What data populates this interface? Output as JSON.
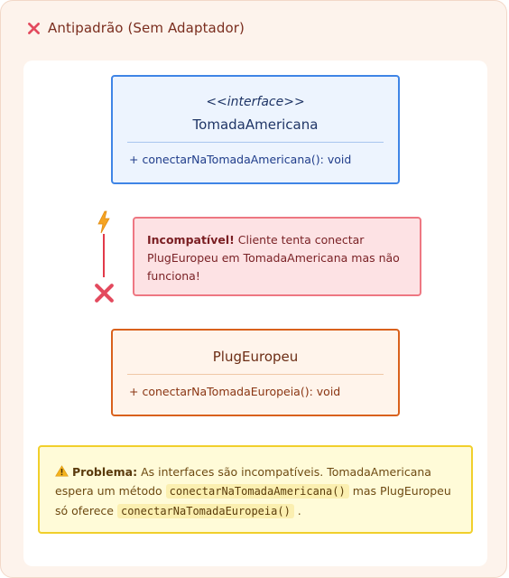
{
  "header": {
    "title": "Antipadrão (Sem Adaptador)",
    "icon": "cross-mark-icon"
  },
  "interface_box": {
    "stereotype": "<<interface>>",
    "name": "TomadaAmericana",
    "method": "+ conectarNaTomadaAmericana(): void"
  },
  "plug_box": {
    "name": "PlugEuropeu",
    "method": "+ conectarNaTomadaEuropeia(): void"
  },
  "error_note": {
    "strong": "Incompatível!",
    "text": " Cliente tenta conectar PlugEuropeu em TomadaAmericana mas não funciona!",
    "icons": [
      "lightning-icon",
      "cross-mark-icon"
    ]
  },
  "warning": {
    "label": "Problema:",
    "text_1": " As interfaces são incompatíveis. TomadaAmericana espera um método ",
    "code_1": "conectarNaTomadaAmericana()",
    "text_2": " mas PlugEuropeu só oferece ",
    "code_2": "conectarNaTomadaEuropeia()",
    "text_3": " ."
  },
  "colors": {
    "interface_border": "#3f85e6",
    "plug_border": "#d9611c",
    "error_border": "#ee7782",
    "warning_border": "#f1cf2b"
  }
}
